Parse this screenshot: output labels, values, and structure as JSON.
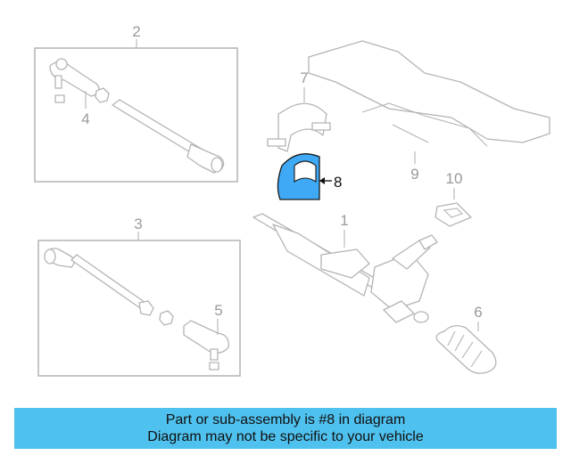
{
  "callouts": {
    "c1": "1",
    "c2": "2",
    "c3": "3",
    "c4": "4",
    "c5": "5",
    "c6": "6",
    "c7": "7",
    "c8": "8",
    "c9": "9",
    "c10": "10"
  },
  "highlight_color": "#3fa9f5",
  "banner": {
    "line1": "Part or sub-assembly is #8 in diagram",
    "line2": "Diagram may not be specific to your vehicle",
    "color": "#4fc1ee"
  }
}
